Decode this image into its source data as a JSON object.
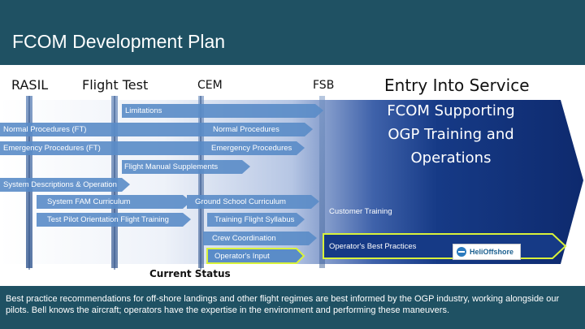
{
  "header": {
    "title": "FCOM Development Plan"
  },
  "milestones": [
    {
      "label": "RASIL"
    },
    {
      "label": "Flight Test"
    },
    {
      "label": "CEM"
    },
    {
      "label": "FSB"
    }
  ],
  "entry_into_service": "Entry Into Service",
  "panel": {
    "lines": [
      "FCOM Supporting",
      "OGP Training and",
      "Operations"
    ]
  },
  "bars": {
    "limitations": "Limitations",
    "normal_ft": "Normal Procedures (FT)",
    "normal": "Normal Procedures",
    "emergency_ft": "Emergency Procedures (FT)",
    "emergency": "Emergency Procedures",
    "supplements": "Flight Manual Supplements",
    "system_desc": "System Descriptions & Operation",
    "fam": "System FAM Curriculum",
    "ground_school": "Ground School Curriculum",
    "customer_training": "Customer Training",
    "test_pilot": "Test Pilot Orientation Flight Training",
    "training_syllabus": "Training Flight Syllabus",
    "crew_coord": "Crew Coordination",
    "best_practices": "Operator's Best Practices",
    "operator_input": "Operator's Input"
  },
  "logo": {
    "text": "HeliOffshore"
  },
  "current_status": "Current Status",
  "footer": {
    "text": "Best practice recommendations for off-shore landings and other flight regimes are best informed by the OGP industry, working alongside our pilots. Bell knows the aircraft; operators have the expertise in the environment and performing these maneuvers."
  },
  "colors": {
    "header_bg": "#1f5163",
    "panel_dark": "#0f2c73",
    "bar_blue": "#5a8cc8",
    "highlight_border": "#d9f23a"
  }
}
